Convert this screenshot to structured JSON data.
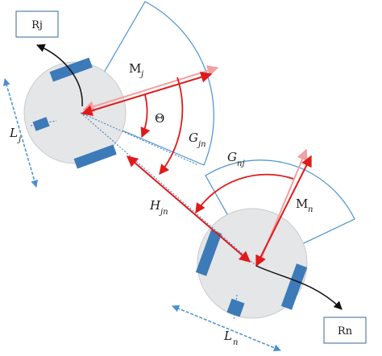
{
  "robots": {
    "j": {
      "box_label": "Rj"
    },
    "n": {
      "box_label": "Rn"
    }
  },
  "labels": {
    "M_j": {
      "main": "M",
      "sub": "j"
    },
    "M_n": {
      "main": "M",
      "sub": "n"
    },
    "theta": {
      "main": "Θ"
    },
    "G_jn": {
      "main": "G",
      "sub": "jn"
    },
    "G_nj": {
      "main": "G",
      "sub": "nj"
    },
    "H_jn": {
      "main": "H",
      "sub": "jn"
    },
    "L_j": {
      "main": "L",
      "sub": "j"
    },
    "L_n": {
      "main": "L",
      "sub": "n"
    }
  },
  "colors": {
    "robot_fill": "#e5e6e8",
    "wheel_fill": "#3d7ab8",
    "sector_line": "#4a90d0",
    "vector_red": "#e01a1a",
    "vector_red_light": "#f2a0a0",
    "dimension_blue": "#4a90d0",
    "arrow_black": "#111111"
  }
}
